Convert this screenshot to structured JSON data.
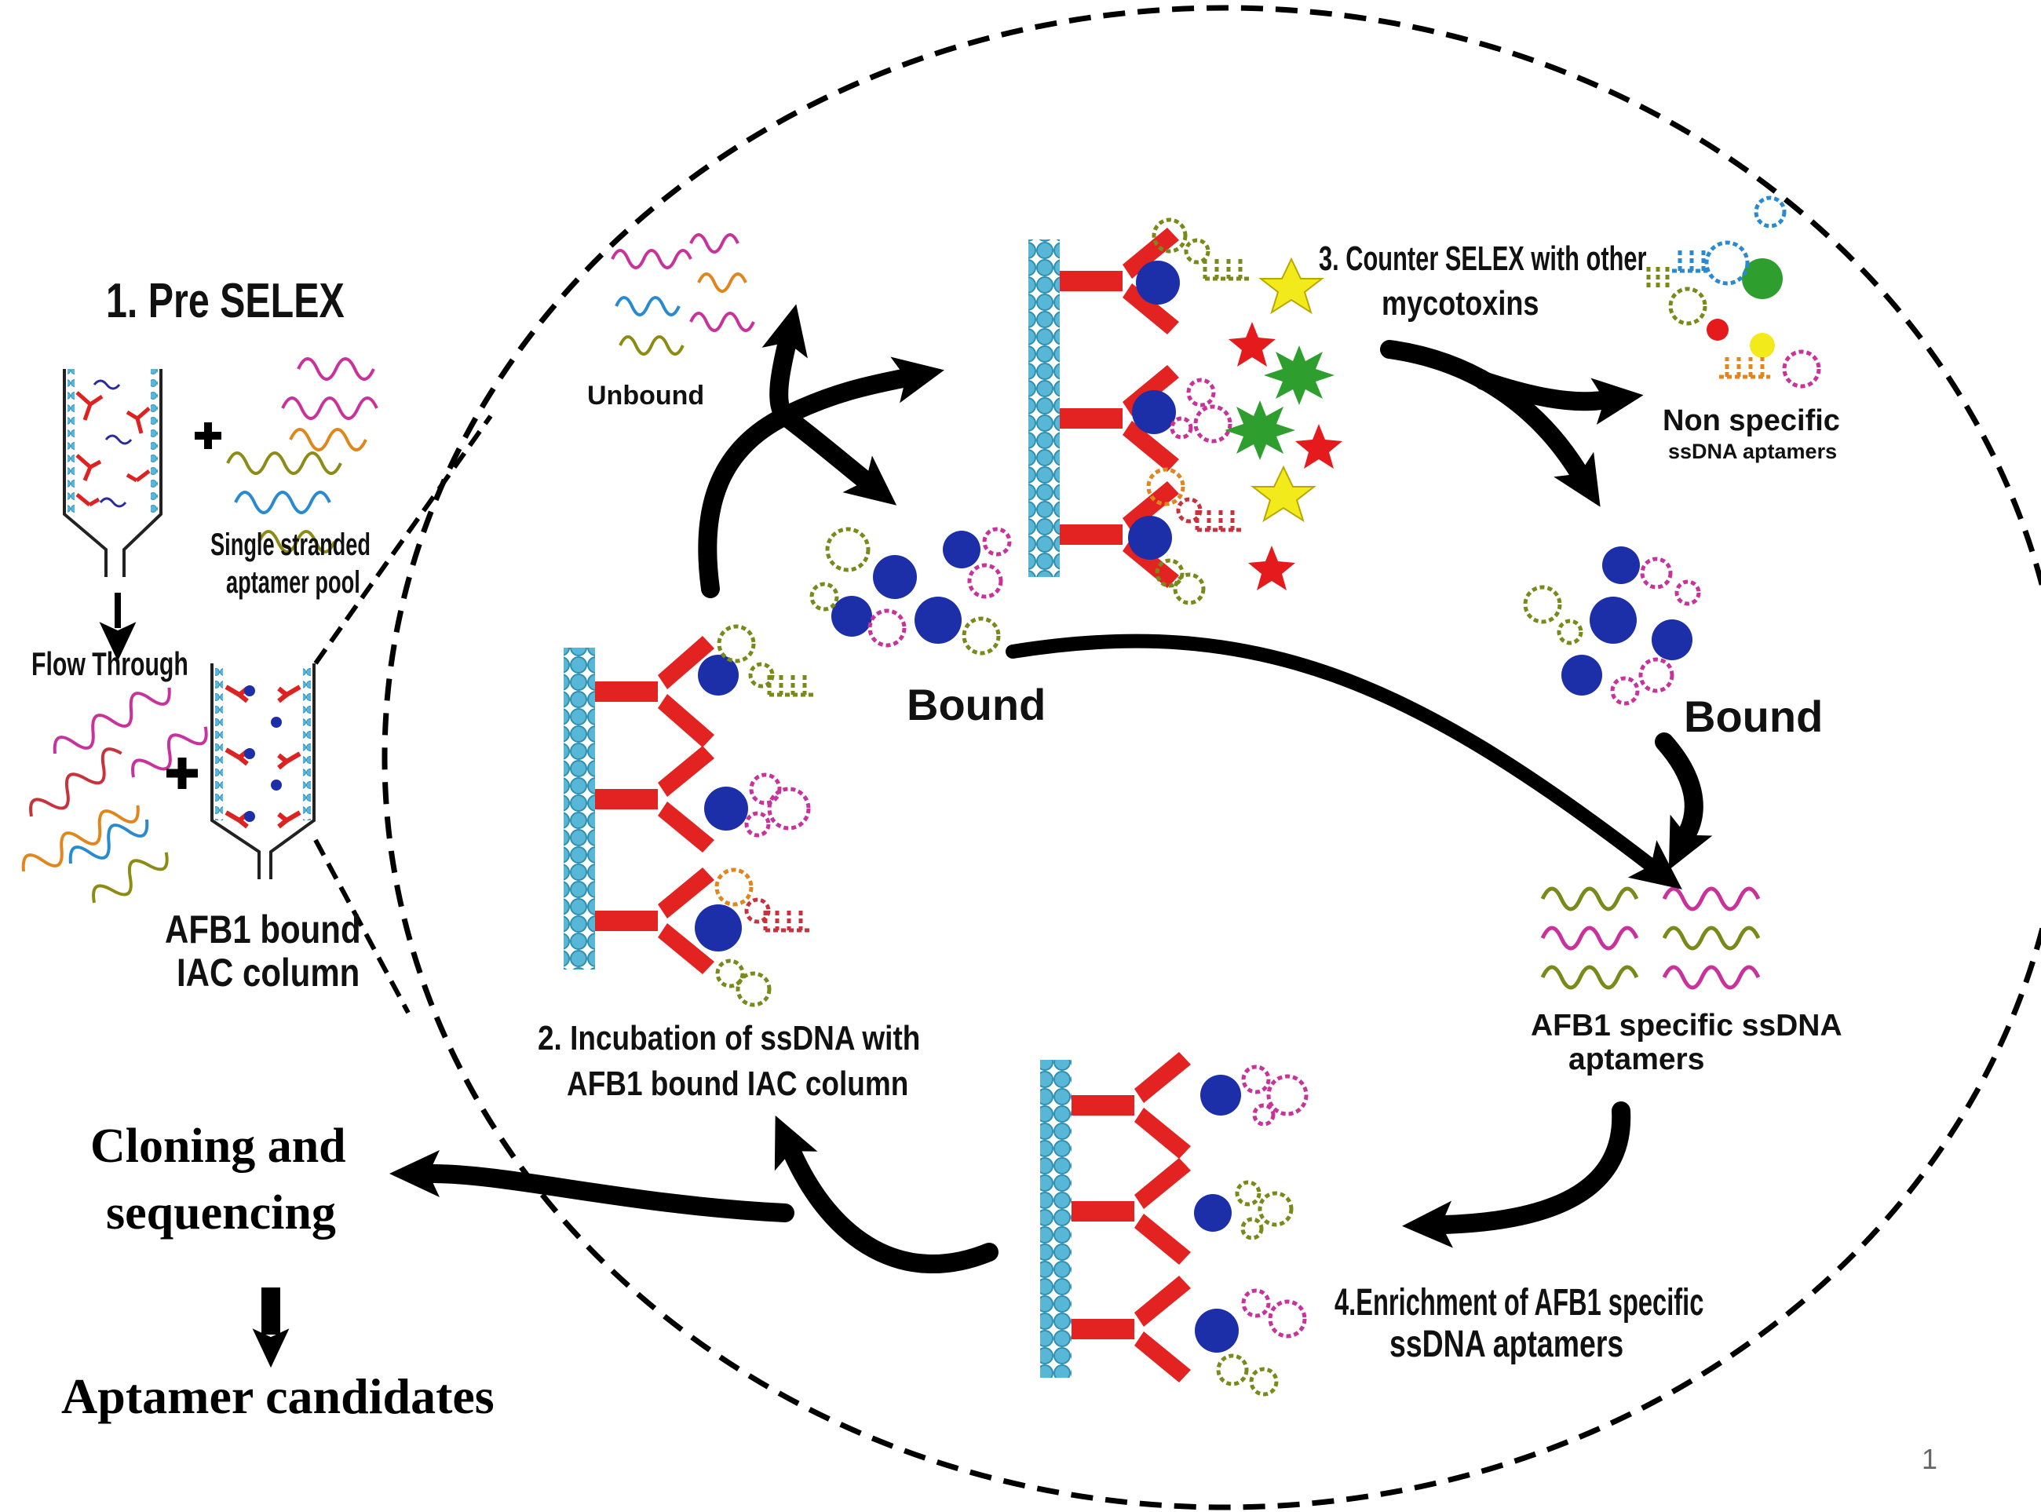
{
  "labels": {
    "pre_selex": "1. Pre SELEX",
    "single_stranded": "Single stranded",
    "aptamer_pool": "aptamer pool",
    "flow_through": "Flow Through",
    "afb1_bound": "AFB1 bound",
    "iac_column": "IAC column",
    "unbound": "Unbound",
    "bound_center": "Bound",
    "bound_right": "Bound",
    "counter_line1": "3. Counter SELEX with other",
    "counter_line2": "mycotoxins",
    "nonspecific_line1": "Non specific",
    "nonspecific_line2": "ssDNA aptamers",
    "afb1_specific_line1": "AFB1 specific ssDNA",
    "afb1_specific_line2": "aptamers",
    "incubation_line1": "2. Incubation of ssDNA with",
    "incubation_line2": "AFB1 bound IAC column",
    "enrichment_line1": "4.Enrichment of AFB1 specific",
    "enrichment_line2": "ssDNA aptamers",
    "cloning_line1": "Cloning and",
    "cloning_line2": "sequencing",
    "aptamer_candidates": "Aptamer candidates",
    "page_number": "1"
  },
  "colors": {
    "antibody": "#e32222",
    "bead": "#58b7d6",
    "afb1_toxin": "#1c2fa8",
    "arrow": "#000000",
    "star_red": "#e41a1c",
    "star_green": "#2e9e2e",
    "star_yellow": "#f2ea1a",
    "strand_magenta": "#c8329a",
    "strand_orange": "#e0861c",
    "strand_blue": "#2a8ad0",
    "strand_olive": "#8c8c14",
    "strand_red": "#c8323c"
  }
}
